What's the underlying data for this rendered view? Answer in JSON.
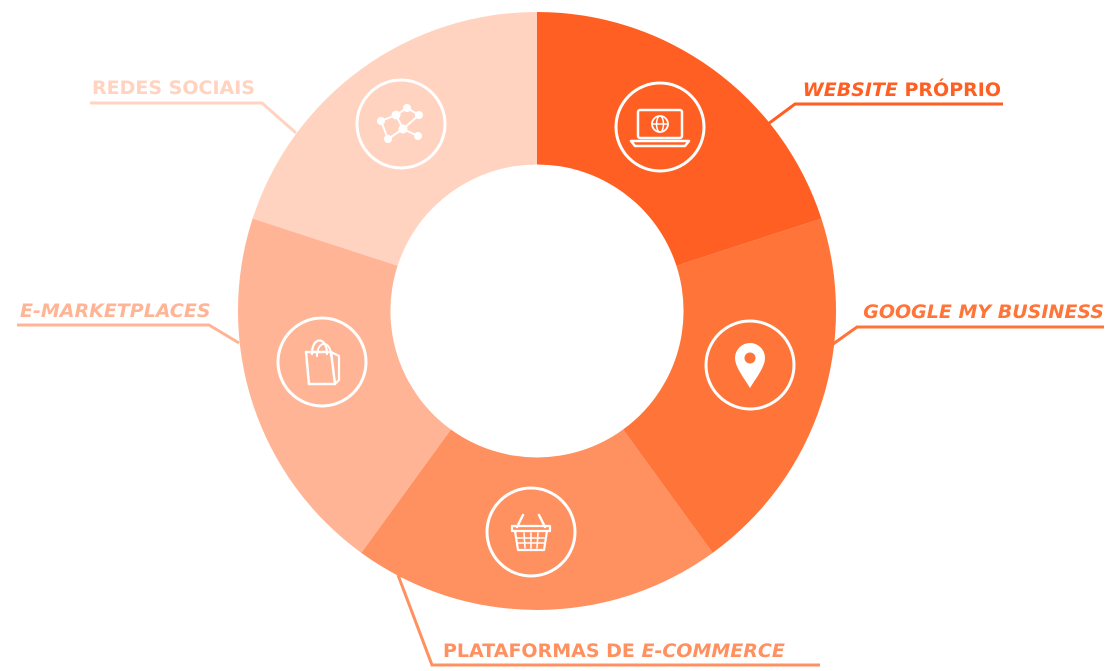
{
  "segments": [
    {
      "id": "website",
      "label_italic": "WEBSITE",
      "label_rest": " PRÓPRIO",
      "icon": "laptop-globe-icon",
      "color": "#ff5f22"
    },
    {
      "id": "google",
      "label_italic": "GOOGLE MY BUSINESS",
      "label_rest": "",
      "icon": "map-pin-icon",
      "color": "#ff7438"
    },
    {
      "id": "ecommerce",
      "label_rest": "PLATAFORMAS DE ",
      "label_italic": "E-COMMERCE",
      "icon": "shopping-basket-icon",
      "color": "#ff9060"
    },
    {
      "id": "marketplaces",
      "label_italic": "E-MARKETPLACES",
      "label_rest": "",
      "icon": "shopping-bag-icon",
      "color": "#ffb495"
    },
    {
      "id": "social",
      "label_rest": "REDES SOCIAIS",
      "label_italic": "",
      "icon": "social-network-icon",
      "color": "#ffd3c0"
    }
  ]
}
